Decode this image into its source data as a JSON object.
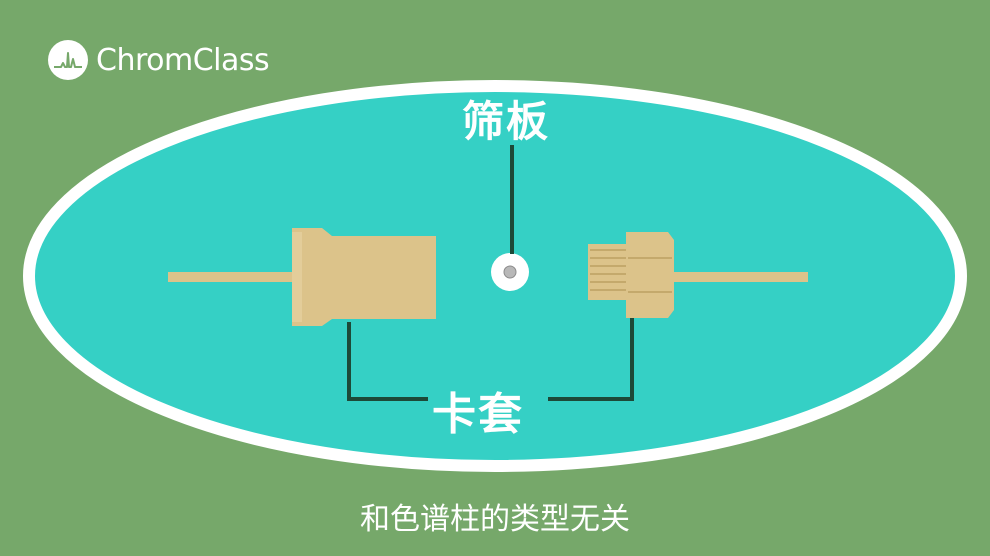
{
  "logo": {
    "text": "ChromClass"
  },
  "labels": {
    "frit": "筛板",
    "ferrule": "卡套"
  },
  "caption": "和色谱柱的类型无关",
  "colors": {
    "background": "#76a86a",
    "ellipse_fill": "#35d0c5",
    "ellipse_border": "#ffffff",
    "part_fill": "#dcc38a",
    "leader_line": "#1d4a38"
  }
}
